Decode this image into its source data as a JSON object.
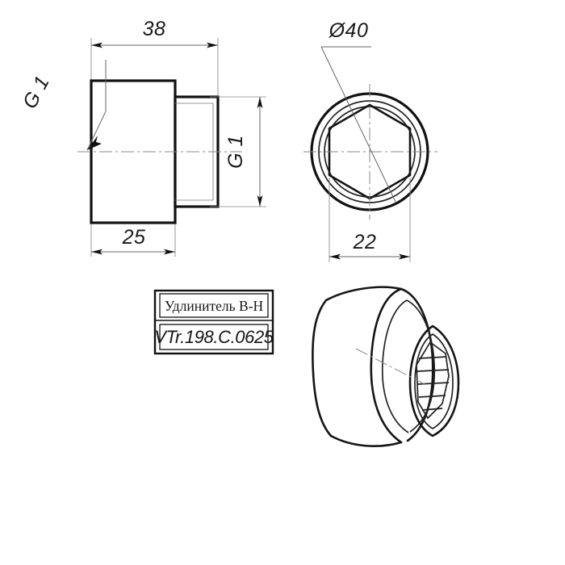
{
  "document": {
    "type": "engineering-drawing",
    "title": "Удлинитель В-Н",
    "article_code": "VTr.198.C.0625",
    "background_color": "#ffffff",
    "line_color": "#111111"
  },
  "title_block": {
    "name_label": "Удлинитель В-Н",
    "code_label": "VTr.198.C.0625"
  },
  "views": {
    "front_section": {
      "name": "front-section-view",
      "dimensions": {
        "overall_length": "38",
        "body_length": "25",
        "thread_outer": "G 1",
        "thread_inner": "G 1"
      }
    },
    "end_view": {
      "name": "end-view",
      "dimensions": {
        "outer_diameter": "Ø40",
        "hex_across_flats": "22"
      }
    },
    "isometric": {
      "name": "isometric-view"
    }
  },
  "dimension_texts": {
    "d38": "38",
    "d25": "25",
    "d40": "Ø40",
    "d22": "22",
    "g1_left": "G 1",
    "g1_right": "G 1"
  }
}
